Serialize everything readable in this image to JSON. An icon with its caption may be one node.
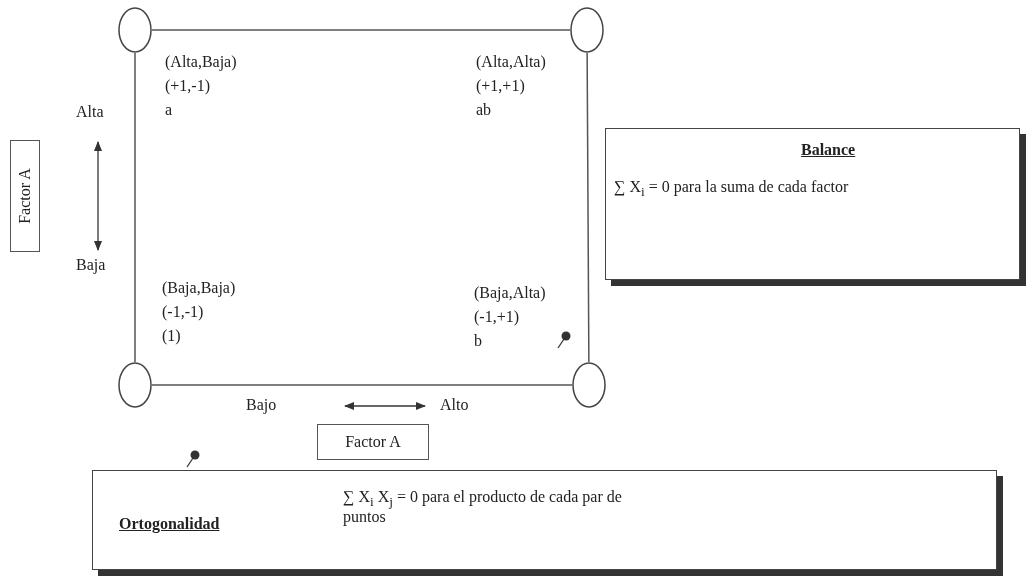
{
  "diagram": {
    "nodes": [
      {
        "text": [],
        "shape": "circle"
      },
      {
        "text": [],
        "shape": "circle"
      },
      {
        "text": [],
        "shape": "circle"
      },
      {
        "text": [],
        "shape": "circle"
      },
      {
        "text": [
          "Factor A"
        ]
      },
      {
        "text": [
          "Factor A"
        ]
      },
      {
        "text": [
          "Balance",
          "∑ X$_{i}$ = 0 para la suma de cada factor"
        ]
      },
      {
        "text": [
          "Ortogonalidad",
          "∑ X$_{i}$ X$_{j}$ = 0 para el producto de cada par de puntos"
        ]
      }
    ],
    "edges": [
      {
        "from": 0,
        "to": 1,
        "arrow": "none"
      },
      {
        "from": 1,
        "to": 3,
        "arrow": "none"
      },
      {
        "from": 3,
        "to": 2,
        "arrow": "none"
      },
      {
        "from": 2,
        "to": 0,
        "arrow": "none"
      }
    ],
    "labels": [
      "(Alta,Baja)",
      "(+1,-1)",
      "a",
      "(Alta,Alta)",
      "(+1,+1)",
      "ab",
      "Alta",
      "Baja",
      "(Baja,Baja)",
      "(-1,-1)",
      "(1)",
      "(Baja,Alta)",
      "(-1,+1)",
      "b",
      "Bajo",
      "Alto"
    ]
  }
}
